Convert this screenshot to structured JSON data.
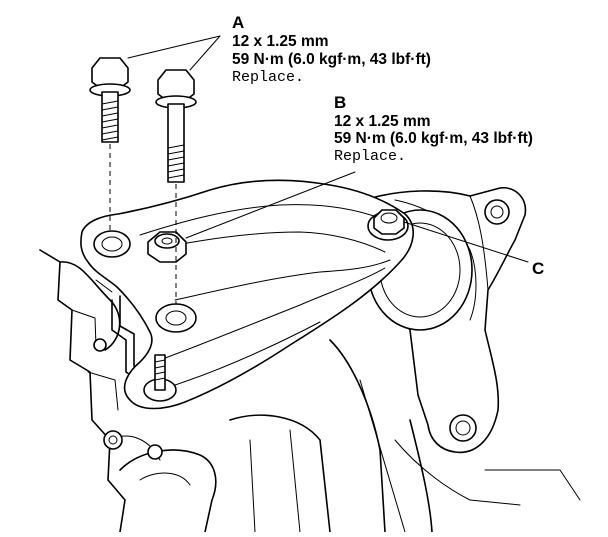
{
  "callouts": {
    "a": {
      "letter": "A",
      "size": "12 x 1.25 mm",
      "torque": "59 N·m (6.0 kgf·m, 43 lbf·ft)",
      "note": "Replace."
    },
    "b": {
      "letter": "B",
      "size": "12 x 1.25 mm",
      "torque": "59 N·m (6.0 kgf·m, 43 lbf·ft)",
      "note": "Replace."
    },
    "c": {
      "letter": "C"
    }
  },
  "colors": {
    "line": "#000000",
    "background": "#ffffff"
  }
}
